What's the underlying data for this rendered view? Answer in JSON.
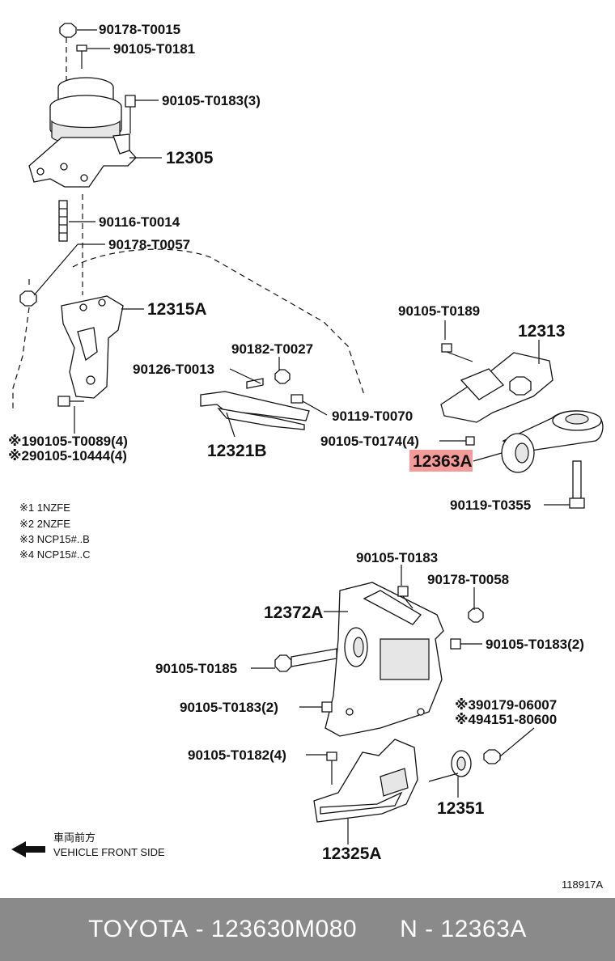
{
  "callouts": [
    {
      "id": "p90178_T0015",
      "text": "90178-T0015"
    },
    {
      "id": "p90105_T0181",
      "text": "90105-T0181"
    },
    {
      "id": "p90105_T0183_3",
      "text": "90105-T0183(3)"
    },
    {
      "id": "p12305",
      "text": "12305"
    },
    {
      "id": "p90116_T0014",
      "text": "90116-T0014"
    },
    {
      "id": "p90178_T0057",
      "text": "90178-T0057"
    },
    {
      "id": "p12315A",
      "text": "12315A"
    },
    {
      "id": "p90182_T0027",
      "text": "90182-T0027"
    },
    {
      "id": "p90126_T0013",
      "text": "90126-T0013"
    },
    {
      "id": "p90119_T0070",
      "text": "90119-T0070"
    },
    {
      "id": "p12321B",
      "text": "12321B"
    },
    {
      "id": "p90105_T0189",
      "text": "90105-T0189"
    },
    {
      "id": "p12313",
      "text": "12313"
    },
    {
      "id": "p90105_T0174_4",
      "text": "90105-T0174(4)"
    },
    {
      "id": "p12363A",
      "text": "12363A"
    },
    {
      "id": "p90119_T0355",
      "text": "90119-T0355"
    },
    {
      "id": "p90105_T0089_4",
      "text": "※190105-T0089(4)"
    },
    {
      "id": "p90105_10444_4",
      "text": "※290105-10444(4)"
    },
    {
      "id": "p90105_T0183_top",
      "text": "90105-T0183"
    },
    {
      "id": "p90178_T0058",
      "text": "90178-T0058"
    },
    {
      "id": "p12372A",
      "text": "12372A"
    },
    {
      "id": "p90105_T0183_2a",
      "text": "90105-T0183(2)"
    },
    {
      "id": "p90105_T0185",
      "text": "90105-T0185"
    },
    {
      "id": "p90105_T0183_2b",
      "text": "90105-T0183(2)"
    },
    {
      "id": "p90179_06007",
      "text": "※390179-06007"
    },
    {
      "id": "p94151_80600",
      "text": "※494151-80600"
    },
    {
      "id": "p90105_T0182_4",
      "text": "90105-T0182(4)"
    },
    {
      "id": "p12351",
      "text": "12351"
    },
    {
      "id": "p12325A",
      "text": "12325A"
    }
  ],
  "notes": [
    "※1 1NZFE",
    "※2 2NZFE",
    "※3 NCP15#..B",
    "※4 NCP15#..C"
  ],
  "direction": {
    "jp": "車両前方",
    "en": "VEHICLE FRONT SIDE"
  },
  "figure_id": "118917A",
  "footer": {
    "brand": "TOYOTA",
    "part_number": "123630M080",
    "ref": "N - 12363A"
  },
  "colors": {
    "highlight": "#f39a9a",
    "footer_bg": "#8a8a8a",
    "footer_text": "#ffffff"
  }
}
